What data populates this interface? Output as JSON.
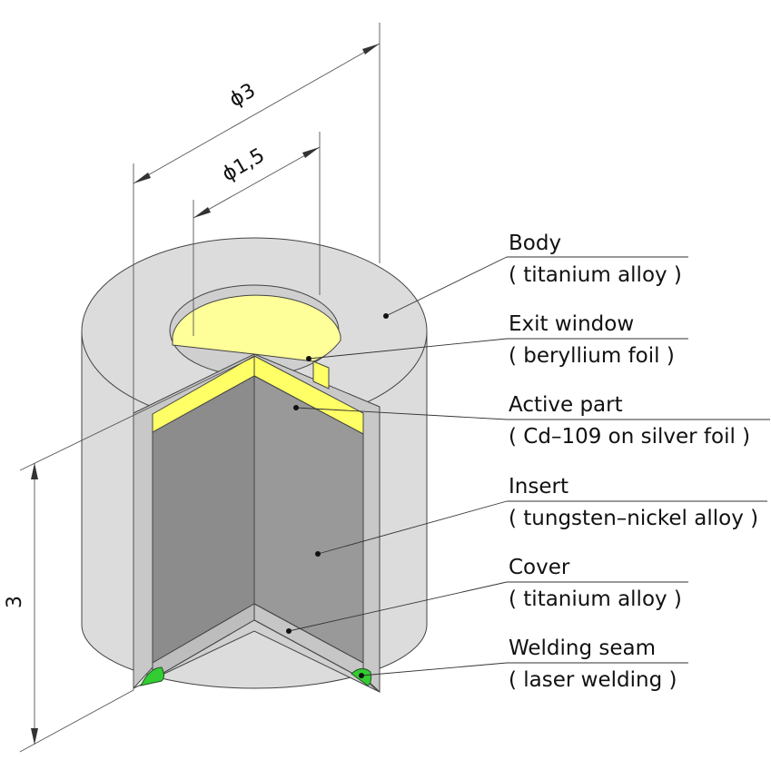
{
  "dimensions": {
    "outer_diameter": "ϕ3",
    "inner_diameter": "ϕ1,5",
    "height": "3"
  },
  "callouts": [
    {
      "key": "body",
      "name": "Body",
      "material": "( titanium alloy )",
      "color": "#d9d9d9"
    },
    {
      "key": "exit-window",
      "name": "Exit window",
      "material": "( beryllium foil )",
      "color": "#ffff99"
    },
    {
      "key": "active-part",
      "name": "Active part",
      "material": "( Cd–109 on silver foil )",
      "color": "#ff6b6b"
    },
    {
      "key": "insert",
      "name": "Insert",
      "material": "( tungsten–nickel alloy )",
      "color": "#8c8c8c"
    },
    {
      "key": "cover",
      "name": "Cover",
      "material": "( titanium alloy )",
      "color": "#bdbdbd"
    },
    {
      "key": "welding-seam",
      "name": "Welding seam",
      "material": "( laser welding )",
      "color": "#33cc33"
    }
  ]
}
